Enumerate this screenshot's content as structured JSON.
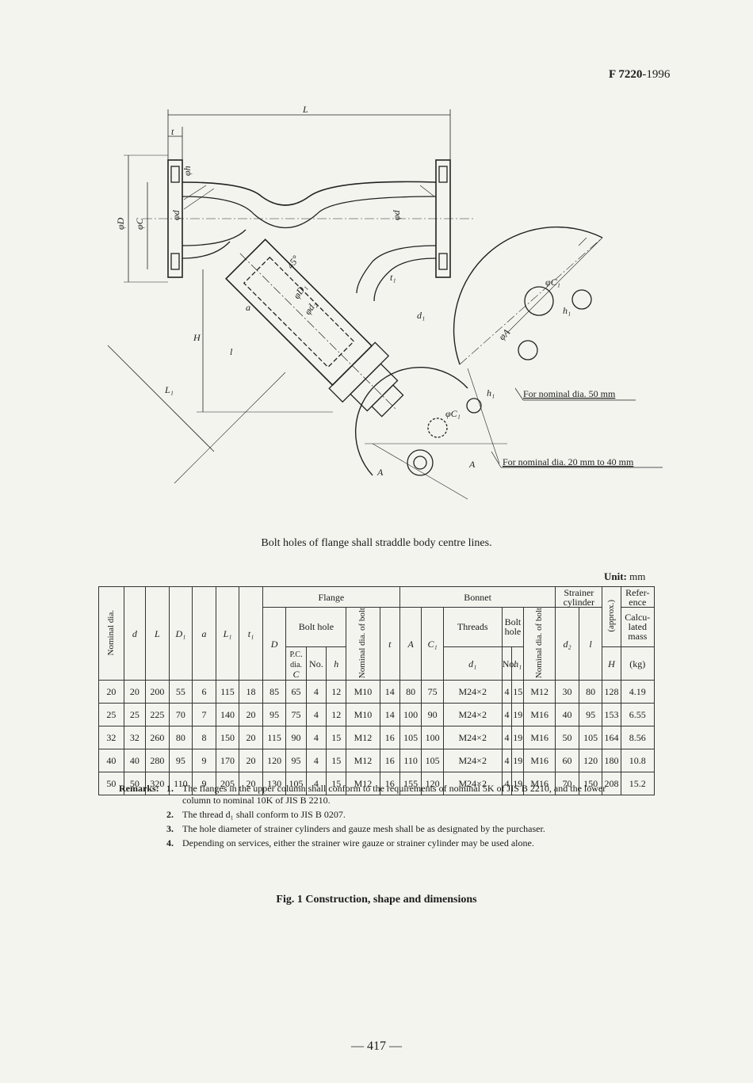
{
  "header": {
    "std": "F 7220",
    "year": "-1996"
  },
  "drawing": {
    "labels": {
      "L": "L",
      "t": "t",
      "phiD": "φD",
      "phiC": "φC",
      "phid": "φd",
      "phid_right": "φd",
      "phih": "φh",
      "phiD1": "φD₁",
      "phid2": "φd₂",
      "angle": "45°",
      "d1": "d₁",
      "a": "a",
      "H": "H",
      "l": "l",
      "L1": "L₁",
      "t1": "t₁",
      "phiC1_top": "φC₁",
      "h1_top": "h₁",
      "phiA_top": "φA",
      "phiC1_bot": "φC₁",
      "h1_bot": "h₁",
      "A_bot1": "A",
      "A_bot2": "A"
    },
    "note_50": "For nominal dia. 50 mm",
    "note_20_40": "For nominal dia. 20 mm to 40 mm"
  },
  "bolt_caption": "Bolt holes of flange shall straddle body centre lines.",
  "unit": {
    "label": "Unit:",
    "value": "mm"
  },
  "table": {
    "headers": {
      "nominal": "Nominal dia.",
      "flange": "Flange",
      "bonnet": "Bonnet",
      "strainer": "Strainer cylinder",
      "reference": "Refer-ence",
      "bolt_hole": "Bolt hole",
      "pcd": "P.C. dia.",
      "nominal_bolt": "Nominal dia. of bolt",
      "threads": "Threads",
      "bonnet_bolt_hole": "Bolt hole",
      "bonnet_nominal_bolt": "Nominal dia. of bolt",
      "approx": "(approx.)",
      "mass": "Calcu-lated mass",
      "mass_unit": "(kg)",
      "sym": {
        "d": "d",
        "L": "L",
        "D1": "D₁",
        "a": "a",
        "L1": "L₁",
        "t1": "t₁",
        "D": "D",
        "C": "C",
        "No": "No.",
        "h": "h",
        "t": "t",
        "A": "A",
        "C1": "C₁",
        "d1": "d₁",
        "No2": "No.",
        "h1": "h₁",
        "d2": "d₂",
        "l": "l",
        "H": "H"
      }
    },
    "rows": [
      [
        "20",
        "20",
        "200",
        "55",
        "6",
        "115",
        "18",
        "85",
        "65",
        "4",
        "12",
        "M10",
        "14",
        "80",
        "75",
        "M24×2",
        "4",
        "15",
        "M12",
        "30",
        "80",
        "128",
        "4.19"
      ],
      [
        "25",
        "25",
        "225",
        "70",
        "7",
        "140",
        "20",
        "95",
        "75",
        "4",
        "12",
        "M10",
        "14",
        "100",
        "90",
        "M24×2",
        "4",
        "19",
        "M16",
        "40",
        "95",
        "153",
        "6.55"
      ],
      [
        "32",
        "32",
        "260",
        "80",
        "8",
        "150",
        "20",
        "115",
        "90",
        "4",
        "15",
        "M12",
        "16",
        "105",
        "100",
        "M24×2",
        "4",
        "19",
        "M16",
        "50",
        "105",
        "164",
        "8.56"
      ],
      [
        "40",
        "40",
        "280",
        "95",
        "9",
        "170",
        "20",
        "120",
        "95",
        "4",
        "15",
        "M12",
        "16",
        "110",
        "105",
        "M24×2",
        "4",
        "19",
        "M16",
        "60",
        "120",
        "180",
        "10.8"
      ],
      [
        "50",
        "50",
        "320",
        "110",
        "9",
        "205",
        "20",
        "130",
        "105",
        "4",
        "15",
        "M12",
        "16",
        "155",
        "120",
        "M24×2",
        "4",
        "19",
        "M16",
        "70",
        "150",
        "208",
        "15.2"
      ]
    ]
  },
  "remarks": {
    "label": "Remarks:",
    "items": [
      {
        "n": "1.",
        "text": "The flanges in the upper column shall conform to the requirements of nominal 5K of JIS B 2210, and the lower column to nominal 10K of JIS B 2210."
      },
      {
        "n": "2.",
        "text": "The thread d₁ shall conform to JIS B 0207."
      },
      {
        "n": "3.",
        "text": "The hole diameter of strainer cylinders and gauze mesh shall be as designated by the purchaser."
      },
      {
        "n": "4.",
        "text": "Depending on services, either the strainer wire gauze or strainer cylinder may be used alone."
      }
    ]
  },
  "fig_title": "Fig. 1   Construction, shape and dimensions",
  "page_number": "— 417 —"
}
